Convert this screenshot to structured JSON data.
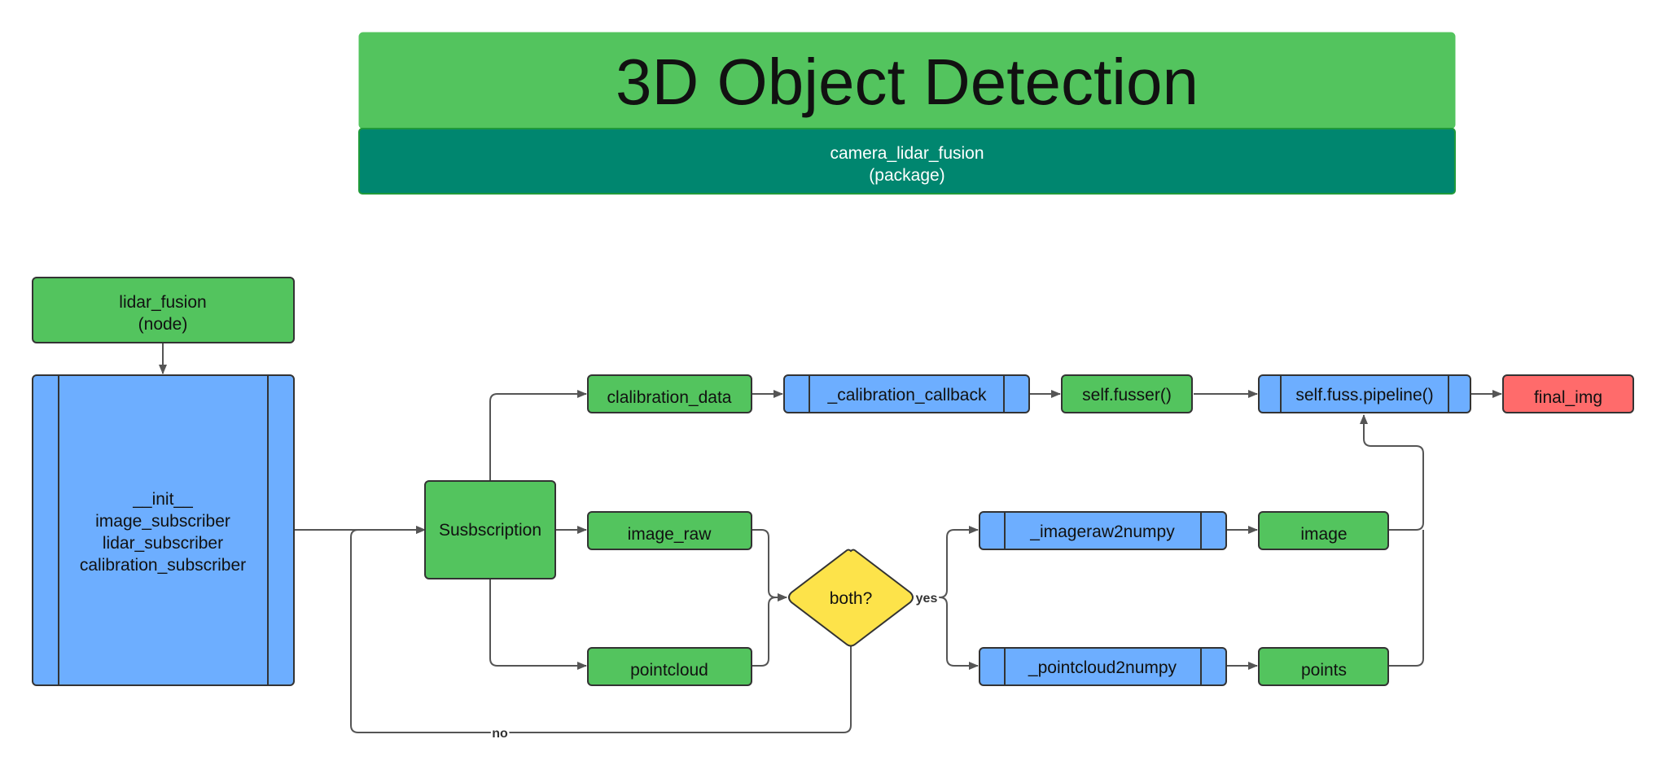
{
  "colors": {
    "header_green": "#53c45e",
    "package_teal": "#00866f",
    "node_green": "#53c45e",
    "process_blue": "#6daeff",
    "decision_yellow": "#fde34a",
    "output_red": "#ff6b6b",
    "edge": "#555555"
  },
  "header": {
    "title": "3D Object Detection",
    "package_line1": "camera_lidar_fusion",
    "package_line2": "(package)"
  },
  "nodes": {
    "lidar_fusion": {
      "line1": "lidar_fusion",
      "line2": "(node)"
    },
    "init": {
      "lines": [
        "__init__",
        "image_subscriber",
        "lidar_subscriber",
        "calibration_subscriber"
      ]
    },
    "subscription": {
      "label": "Susbscription"
    },
    "calibration_data": {
      "label": "clalibration_data"
    },
    "image_raw": {
      "label": "image_raw"
    },
    "pointcloud": {
      "label": "pointcloud"
    },
    "calibration_callback": {
      "label": "_calibration_callback"
    },
    "fusser": {
      "label": "self.fusser()"
    },
    "pipeline": {
      "label": "self.fuss.pipeline()"
    },
    "final_img": {
      "label": "final_img"
    },
    "both": {
      "label": "both?"
    },
    "imageraw2numpy": {
      "label": "_imageraw2numpy"
    },
    "pointcloud2numpy": {
      "label": "_pointcloud2numpy"
    },
    "image": {
      "label": "image"
    },
    "points": {
      "label": "points"
    }
  },
  "edge_labels": {
    "yes": "yes",
    "no": "no"
  }
}
